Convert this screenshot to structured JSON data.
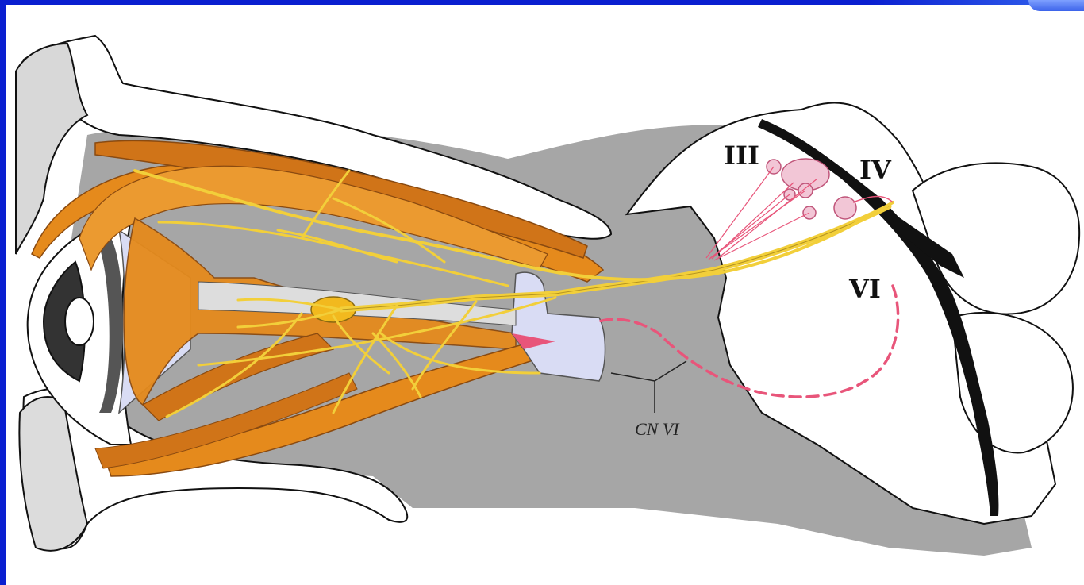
{
  "labels": {
    "cn3": "III",
    "cn4": "IV",
    "cn6": "VI",
    "cn6_nerve": "CN VI"
  },
  "colors": {
    "frame_blue": "#0a1fd0",
    "muscle_orange": "#e58a1c",
    "muscle_dark": "#d07418",
    "nerve_yellow": "#f2cf3a",
    "nerve_pink": "#e8557a",
    "nucleus_pink": "#f2c6d6",
    "tendon_lavender": "#d9dcf4",
    "orbit_gray": "#a6a6a6",
    "dark_outline": "#111111"
  }
}
